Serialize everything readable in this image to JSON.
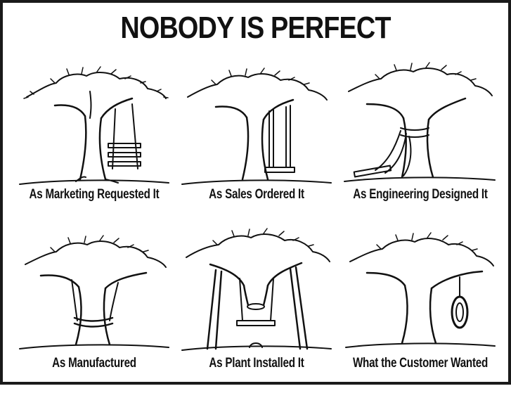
{
  "title": "NOBODY IS PERFECT",
  "panels": [
    {
      "caption": "As Marketing Requested It",
      "illustration": "tree-swing-three-boards-icon"
    },
    {
      "caption": "As Sales Ordered It",
      "illustration": "tree-swing-long-ropes-icon"
    },
    {
      "caption": "As Engineering Designed It",
      "illustration": "tree-swing-collapsed-icon"
    },
    {
      "caption": "As Manufactured",
      "illustration": "tree-swing-wrapped-trunk-icon"
    },
    {
      "caption": "As Plant Installed It",
      "illustration": "tree-swing-cut-trunk-icon"
    },
    {
      "caption": "What the Customer Wanted",
      "illustration": "tree-tire-swing-icon"
    }
  ]
}
